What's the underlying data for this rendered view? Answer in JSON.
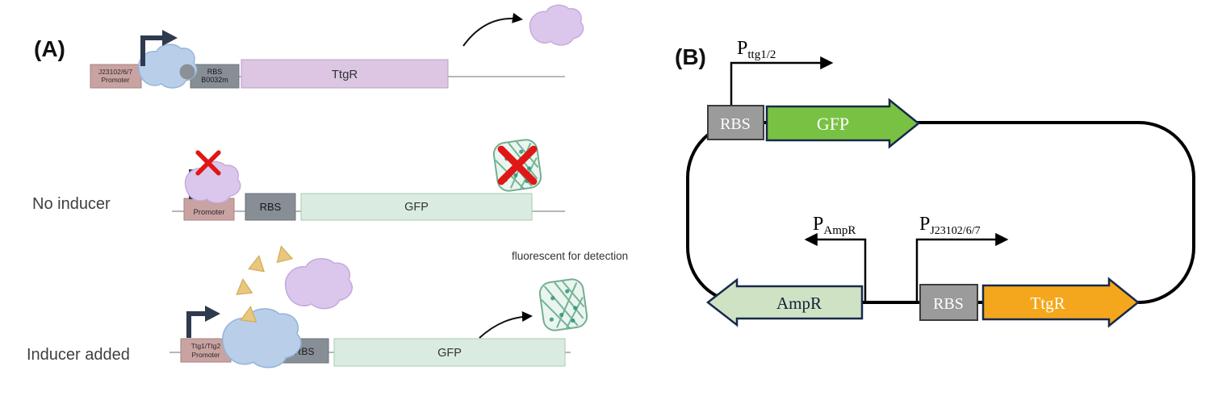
{
  "colors": {
    "promoter_box": "#c9a2a2",
    "rbs_box_a": "#878e95",
    "ttgr_gene_box": "#dcc6e4",
    "gfp_gene_box": "#daece1",
    "rnap_blob": "#b9cfe9",
    "ttgr_protein_blob": "#dbc7ec",
    "inducer_triangle": "#e9c77e",
    "inhibition_x": "#e01717",
    "plasmid_outline": "#000000",
    "gfp_arrow": "#79c143",
    "ampr_arrow": "#cfe2c4",
    "ttgr_arrow": "#f4a71d",
    "rbs_box_b": "#9b9b9b"
  },
  "panel_a": {
    "label": "(A)",
    "row1": {
      "promoter_line1": "J23102/6/7",
      "promoter_line2": "Promoter",
      "rbs_line1": "RBS",
      "rbs_line2": "B0032m",
      "gene": "TtgR"
    },
    "row2": {
      "state_label": "No inducer",
      "promoter": "Promoter",
      "rbs": "RBS",
      "gene": "GFP"
    },
    "row3": {
      "state_label": "Inducer added",
      "promoter_line1": "Ttg1/Ttg2",
      "promoter_line2": "Promoter",
      "rbs": "RBS",
      "gene": "GFP",
      "annotation": "fluorescent for detection"
    }
  },
  "panel_b": {
    "label": "(B)",
    "promoter_gfp": {
      "base": "P",
      "sub": "ttg1/2"
    },
    "rbs_top": "RBS",
    "gfp_arrow_label": "GFP",
    "promoter_ampr": {
      "base": "P",
      "sub": "AmpR"
    },
    "promoter_ttgr": {
      "base": "P",
      "sub": "J23102/6/7"
    },
    "ampr_arrow_label": "AmpR",
    "rbs_bottom": "RBS",
    "ttgr_arrow_label": "TtgR"
  }
}
